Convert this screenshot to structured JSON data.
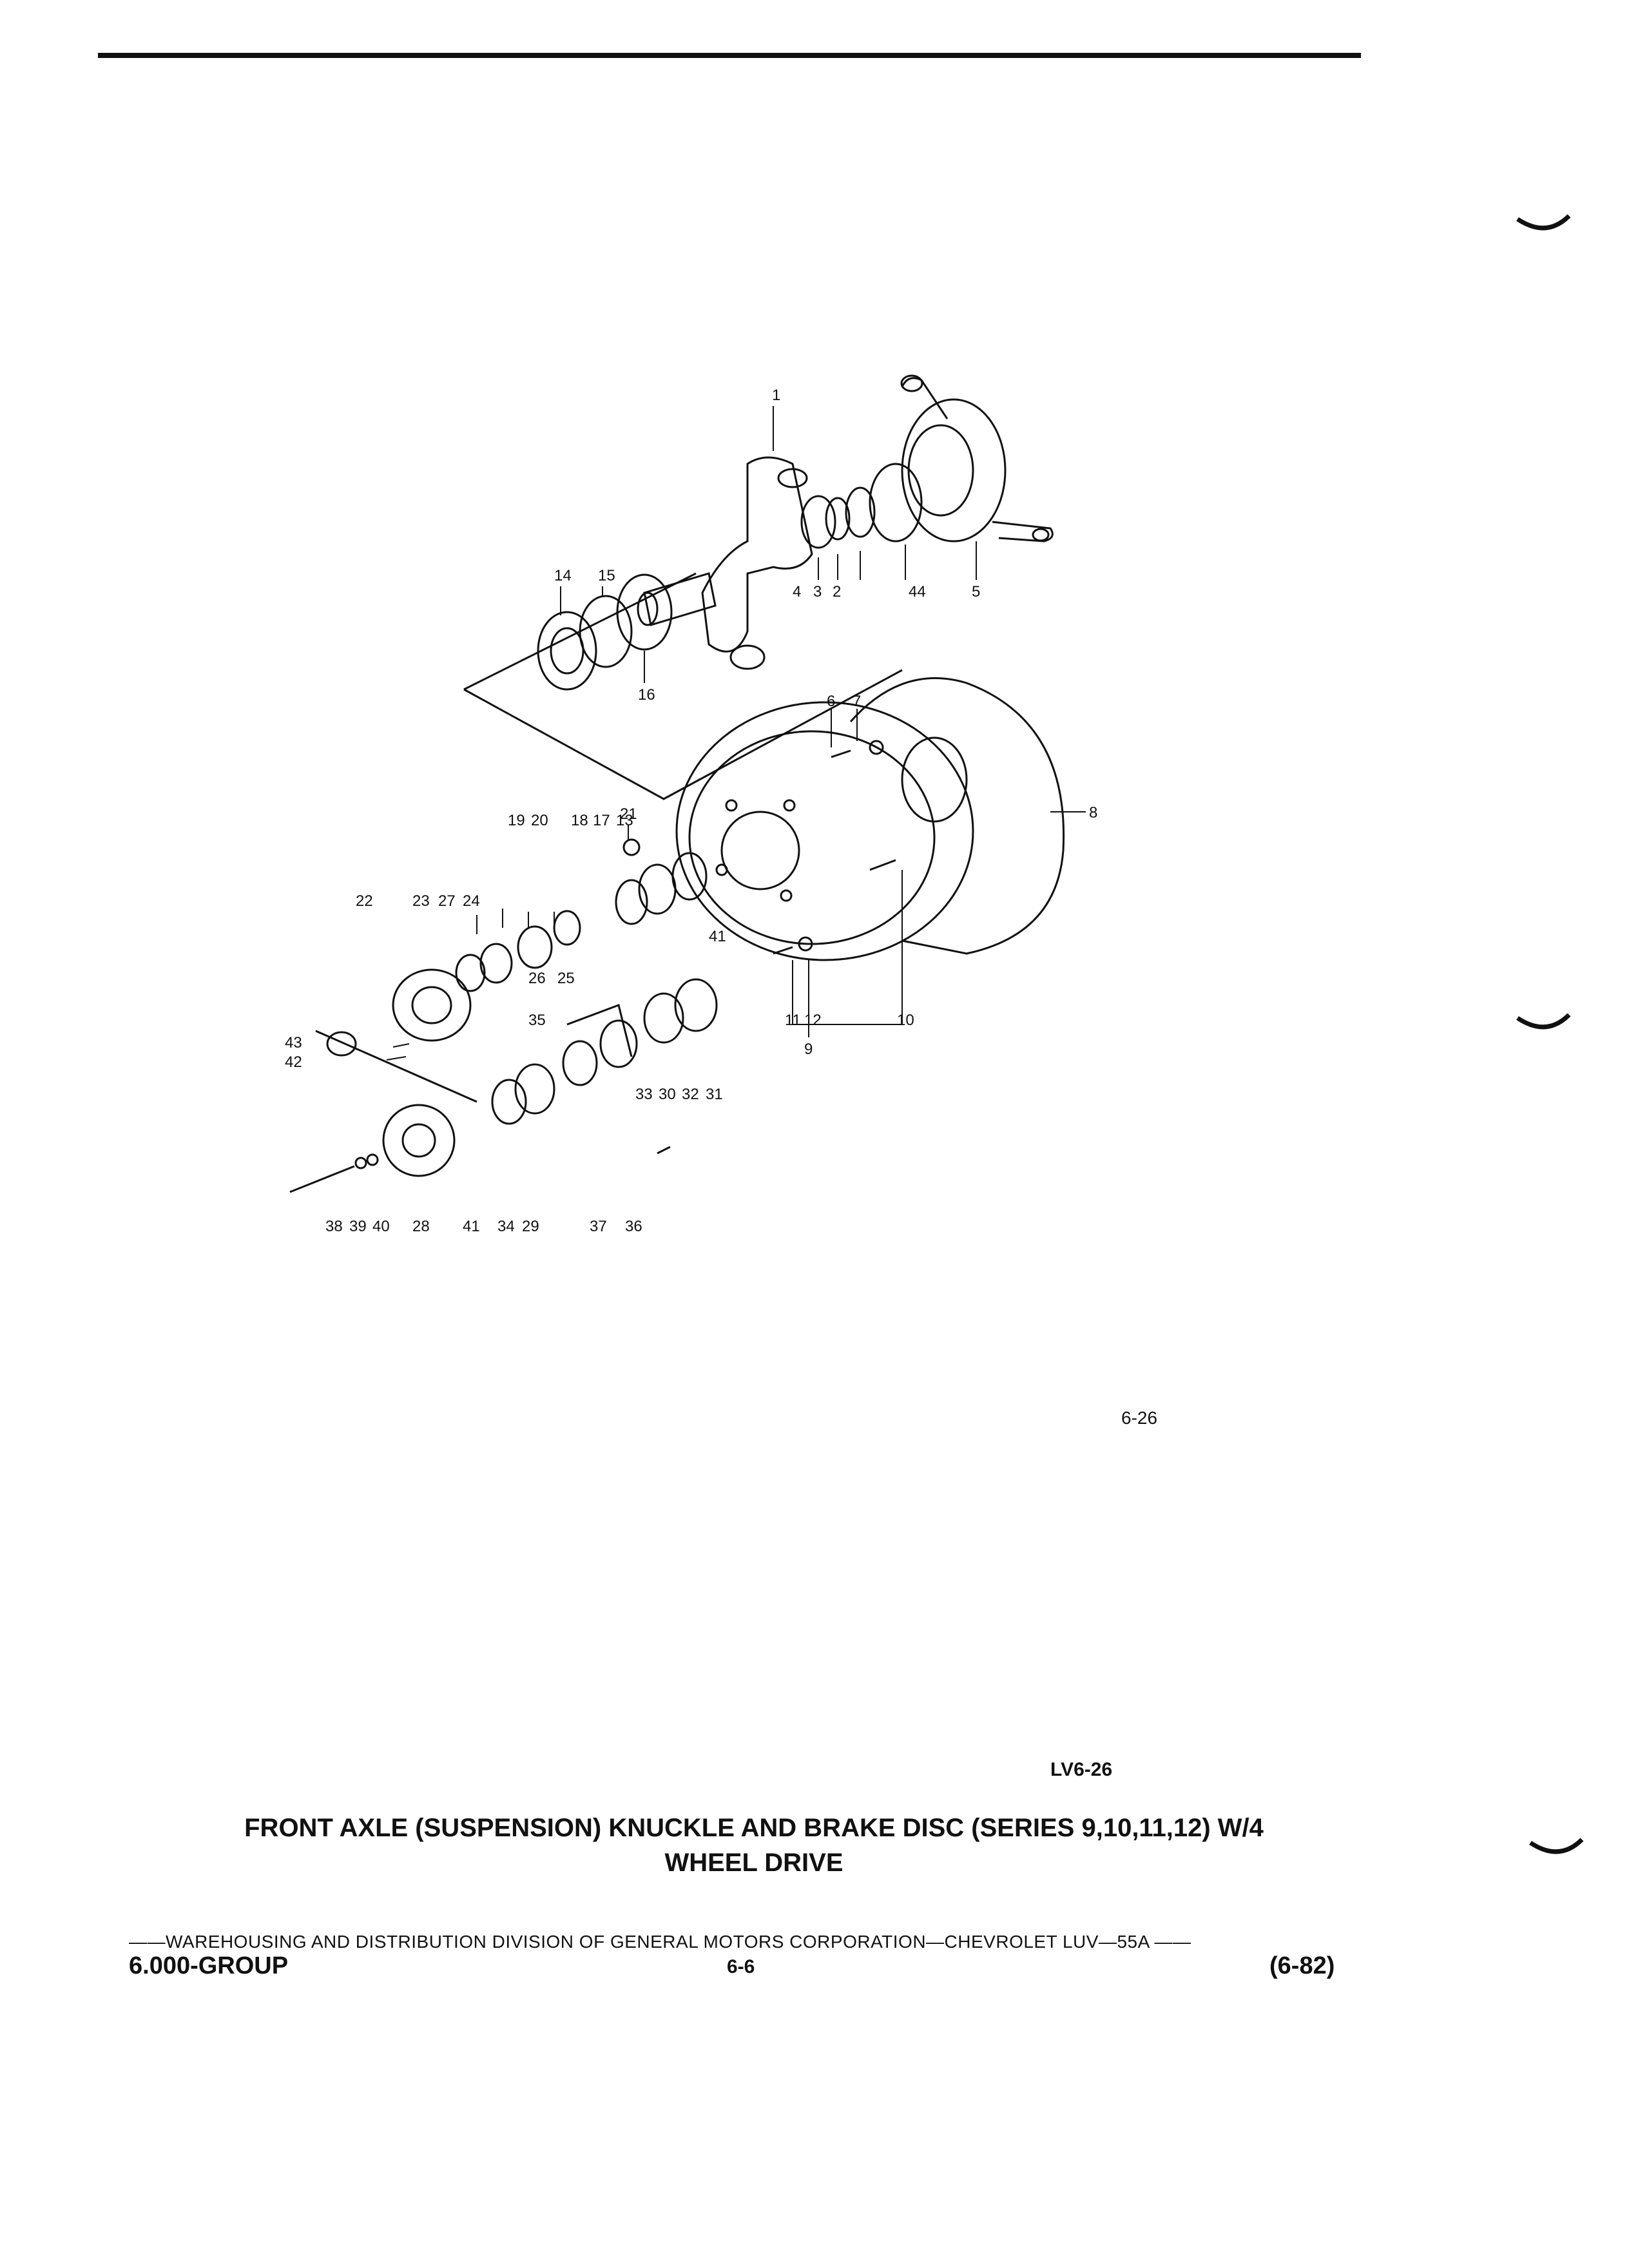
{
  "figure": {
    "part_numbers": [
      "1",
      "2",
      "3",
      "4",
      "5",
      "6",
      "7",
      "8",
      "9",
      "10",
      "11",
      "12",
      "13",
      "14",
      "15",
      "16",
      "17",
      "18",
      "19",
      "20",
      "21",
      "22",
      "23",
      "24",
      "25",
      "26",
      "27",
      "28",
      "29",
      "30",
      "31",
      "32",
      "33",
      "34",
      "35",
      "36",
      "37",
      "38",
      "39",
      "40",
      "41",
      "42",
      "43",
      "44"
    ],
    "labels": {
      "p1": "1",
      "p2": "2",
      "p3": "3",
      "p4": "4",
      "p5": "5",
      "p6": "6",
      "p7": "7",
      "p8": "8",
      "p9": "9",
      "p10": "10",
      "p11": "11",
      "p12": "12",
      "p13": "13",
      "p14": "14",
      "p15": "15",
      "p16": "16",
      "p17": "17",
      "p18": "18",
      "p19": "19",
      "p20": "20",
      "p21": "21",
      "p22": "22",
      "p23": "23",
      "p24": "24",
      "p25": "25",
      "p26": "26",
      "p27": "27",
      "p28": "28",
      "p29": "29",
      "p30": "30",
      "p31": "31",
      "p32": "32",
      "p33": "33",
      "p34": "34",
      "p35": "35",
      "p36": "36",
      "p37": "37",
      "p38": "38",
      "p39": "39",
      "p40": "40",
      "p41a": "41",
      "p41b": "41",
      "p42": "42",
      "p43": "43",
      "p44": "44"
    },
    "figure_number": "6-26"
  },
  "reference_code": "LV6-26",
  "title": {
    "line1": "FRONT AXLE (SUSPENSION) KNUCKLE AND BRAKE DISC (SERIES 9,10,11,12) W/4",
    "line2": "WHEEL DRIVE"
  },
  "footer": {
    "publisher_line": "——WAREHOUSING AND DISTRIBUTION  DIVISION OF GENERAL MOTORS CORPORATION—CHEVROLET LUV—55A  ——",
    "group": "6.000-GROUP",
    "page": "6-6",
    "date": "(6-82)"
  }
}
